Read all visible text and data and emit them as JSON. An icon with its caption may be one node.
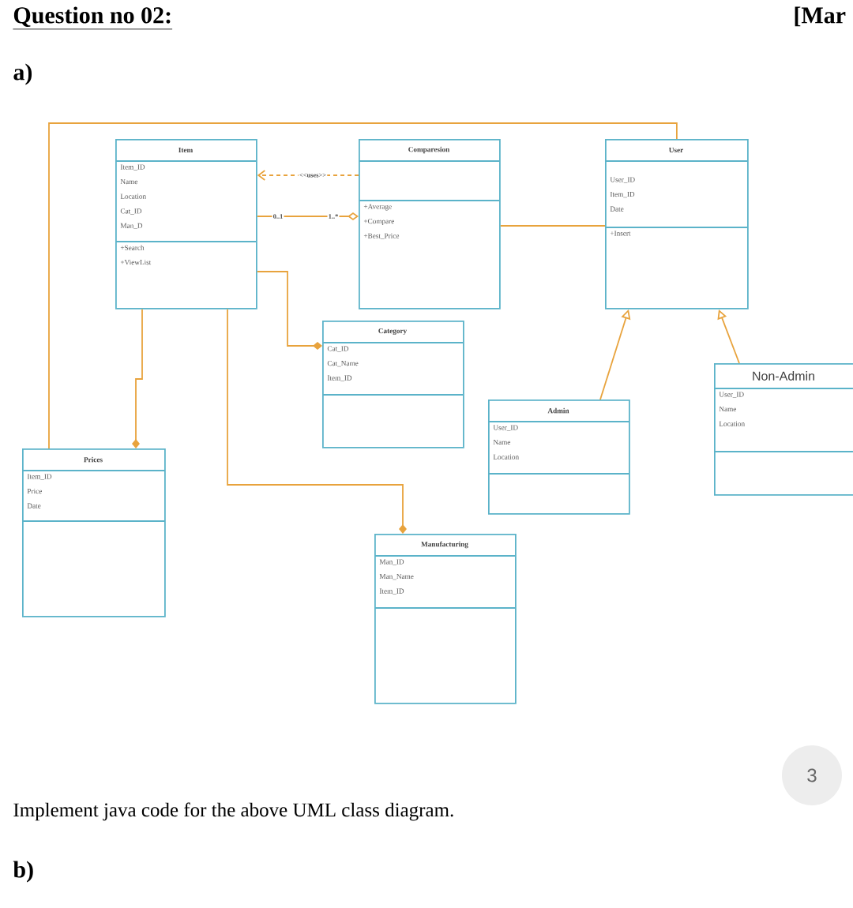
{
  "diagram": {
    "title": "Question no 02:",
    "nodes": [
      {
        "text": [
          "Item",
          "Item_ID",
          "Name",
          "Location",
          "Cat_ID",
          "Man_D",
          "+Search",
          "+ViewList"
        ]
      },
      {
        "text": [
          "Comparesion",
          "+Average",
          "+Compare",
          "+Best_Price"
        ]
      },
      {
        "text": [
          "User",
          "User_ID",
          "Item_ID",
          "Date",
          "+Insert"
        ]
      },
      {
        "text": [
          "Category",
          "Cat_ID",
          "Cat_Name",
          "Item_ID"
        ]
      },
      {
        "text": [
          "Non-Admin",
          "User_ID",
          "Name",
          "Location"
        ]
      },
      {
        "text": [
          "Admin",
          "User_ID",
          "Name",
          "Location"
        ]
      },
      {
        "text": [
          "Prices",
          "Item_ID",
          "Price",
          "Date"
        ]
      },
      {
        "text": [
          "Manufacturing",
          "Man_ID",
          "Man_Name",
          "Item_ID"
        ]
      }
    ],
    "edges": [
      {
        "from": 1,
        "to": 0,
        "arrow": "to",
        "style": "dashed",
        "label": "<<uses>>"
      },
      {
        "from": 0,
        "to": 1,
        "arrow": "other",
        "label": "0..1"
      },
      {
        "from": 1,
        "to": 2,
        "arrow": "none"
      },
      {
        "from": 0,
        "to": 3,
        "arrow": "other"
      },
      {
        "from": 0,
        "to": 6,
        "arrow": "other"
      },
      {
        "from": 0,
        "to": 7,
        "arrow": "other"
      },
      {
        "from": 6,
        "to": 2,
        "arrow": "none"
      },
      {
        "from": 5,
        "to": 2,
        "arrow": "to"
      },
      {
        "from": 4,
        "to": 2,
        "arrow": "to"
      }
    ],
    "labels": [
      "[Mar",
      "a)",
      "1..*",
      "3",
      "Implement java code for the above UML class diagram.",
      "b)"
    ]
  }
}
